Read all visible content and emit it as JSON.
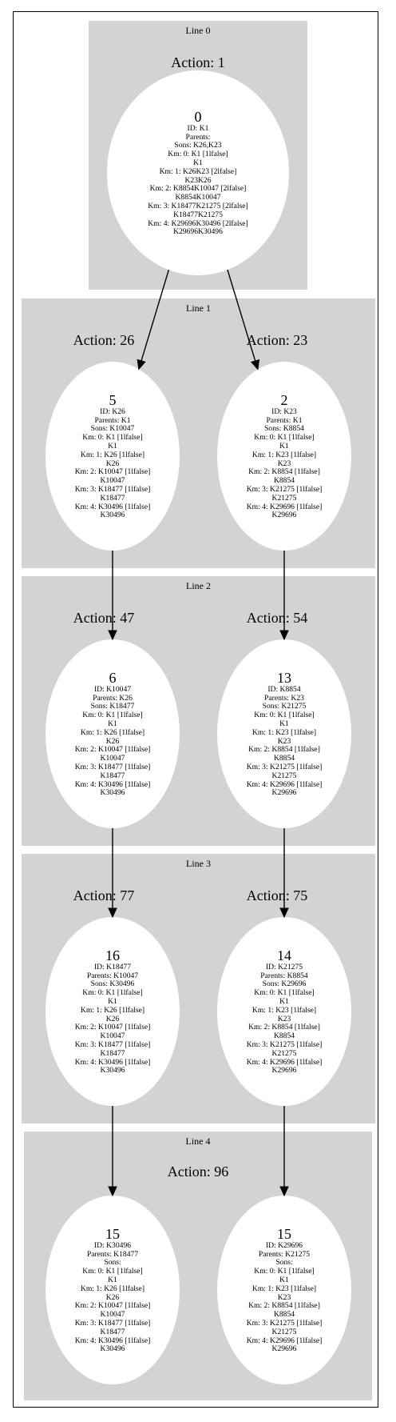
{
  "clusters": [
    {
      "label": "Line 0",
      "actions": [
        "Action: 1"
      ]
    },
    {
      "label": "Line 1",
      "actions": [
        "Action: 26",
        "Action: 23"
      ]
    },
    {
      "label": "Line 2",
      "actions": [
        "Action: 47",
        "Action: 54"
      ]
    },
    {
      "label": "Line 3",
      "actions": [
        "Action: 77",
        "Action: 75"
      ]
    },
    {
      "label": "Line 4",
      "actions": [
        "Action: 96"
      ]
    }
  ],
  "nodes": [
    {
      "num": "0",
      "lines": [
        "ID: K1",
        "Parents:",
        "Sons: K26,K23",
        "Km: 0: K1 [1lfalse]",
        "K1",
        "Km: 1: K26K23 [2lfalse]",
        "K23K26",
        "Km: 2: K8854K10047 [2lfalse]",
        "K8854K10047",
        "Km: 3: K18477K21275 [2lfalse]",
        "K18477K21275",
        "Km: 4: K29696K30496 [2lfalse]",
        "K29696K30496"
      ]
    },
    {
      "num": "5",
      "lines": [
        "ID: K26",
        "Parents: K1",
        "Sons: K10047",
        "Km: 0: K1 [1lfalse]",
        "K1",
        "Km: 1: K26 [1lfalse]",
        "K26",
        "Km: 2: K10047 [1lfalse]",
        "K10047",
        "Km: 3: K18477 [1lfalse]",
        "K18477",
        "Km: 4: K30496 [1lfalse]",
        "K30496"
      ]
    },
    {
      "num": "2",
      "lines": [
        "ID: K23",
        "Parents: K1",
        "Sons: K8854",
        "Km: 0: K1 [1lfalse]",
        "K1",
        "Km: 1: K23 [1lfalse]",
        "K23",
        "Km: 2: K8854 [1lfalse]",
        "K8854",
        "Km: 3: K21275 [1lfalse]",
        "K21275",
        "Km: 4: K29696 [1lfalse]",
        "K29696"
      ]
    },
    {
      "num": "6",
      "lines": [
        "ID: K10047",
        "Parents: K26",
        "Sons: K18477",
        "Km: 0: K1 [1lfalse]",
        "K1",
        "Km: 1: K26 [1lfalse]",
        "K26",
        "Km: 2: K10047 [1lfalse]",
        "K10047",
        "Km: 3: K18477 [1lfalse]",
        "K18477",
        "Km: 4: K30496 [1lfalse]",
        "K30496"
      ]
    },
    {
      "num": "13",
      "lines": [
        "ID: K8854",
        "Parents: K23",
        "Sons: K21275",
        "Km: 0: K1 [1lfalse]",
        "K1",
        "Km: 1: K23 [1lfalse]",
        "K23",
        "Km: 2: K8854 [1lfalse]",
        "K8854",
        "Km: 3: K21275 [1lfalse]",
        "K21275",
        "Km: 4: K29696 [1lfalse]",
        "K29696"
      ]
    },
    {
      "num": "16",
      "lines": [
        "ID: K18477",
        "Parents: K10047",
        "Sons: K30496",
        "Km: 0: K1 [1lfalse]",
        "K1",
        "Km: 1: K26 [1lfalse]",
        "K26",
        "Km: 2: K10047 [1lfalse]",
        "K10047",
        "Km: 3: K18477 [1lfalse]",
        "K18477",
        "Km: 4: K30496 [1lfalse]",
        "K30496"
      ]
    },
    {
      "num": "14",
      "lines": [
        "ID: K21275",
        "Parents: K8854",
        "Sons: K29696",
        "Km: 0: K1 [1lfalse]",
        "K1",
        "Km: 1: K23 [1lfalse]",
        "K23",
        "Km: 2: K8854 [1lfalse]",
        "K8854",
        "Km: 3: K21275 [1lfalse]",
        "K21275",
        "Km: 4: K29696 [1lfalse]",
        "K29696"
      ]
    },
    {
      "num": "15",
      "lines": [
        "ID: K30496",
        "Parents: K18477",
        "Sons:",
        "Km: 0: K1 [1lfalse]",
        "K1",
        "Km: 1: K26 [1lfalse]",
        "K26",
        "Km: 2: K10047 [1lfalse]",
        "K10047",
        "Km: 3: K18477 [1lfalse]",
        "K18477",
        "Km: 4: K30496 [1lfalse]",
        "K30496"
      ]
    },
    {
      "num": "15",
      "lines": [
        "ID: K29696",
        "Parents: K21275",
        "Sons:",
        "Km: 0: K1 [1lfalse]",
        "K1",
        "Km: 1: K23 [1lfalse]",
        "K23",
        "Km: 2: K8854 [1lfalse]",
        "K8854",
        "Km: 3: K21275 [1lfalse]",
        "K21275",
        "Km: 4: K29696 [1lfalse]",
        "K29696"
      ]
    }
  ],
  "edges": [
    {
      "from": "node-0",
      "to": "node-5"
    },
    {
      "from": "node-0",
      "to": "node-2"
    },
    {
      "from": "node-5",
      "to": "node-6"
    },
    {
      "from": "node-2",
      "to": "node-13"
    },
    {
      "from": "node-6",
      "to": "node-16"
    },
    {
      "from": "node-13",
      "to": "node-14"
    },
    {
      "from": "node-16",
      "to": "node-15-left"
    },
    {
      "from": "node-14",
      "to": "node-15-right"
    }
  ],
  "colors": {
    "cluster_fill": "#d3d3d3",
    "node_fill": "#ffffff",
    "edge": "#000000"
  }
}
